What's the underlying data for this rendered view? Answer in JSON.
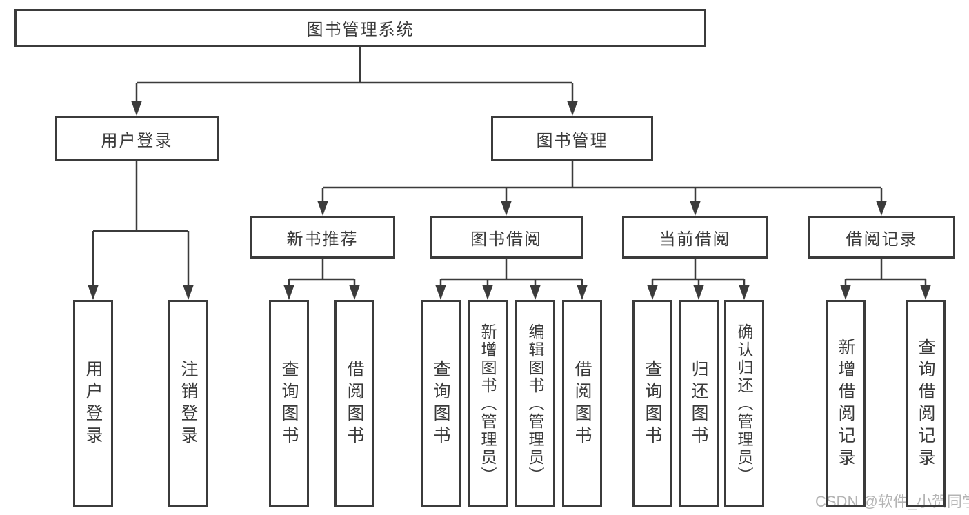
{
  "diagram": {
    "title": "图书管理系统",
    "branches": [
      {
        "label": "用户登录",
        "children": [
          {
            "label": "用户登录"
          },
          {
            "label": "注销登录"
          }
        ]
      },
      {
        "label": "图书管理",
        "children": [
          {
            "label": "新书推荐",
            "children": [
              {
                "label": "查询图书"
              },
              {
                "label": "借阅图书"
              }
            ]
          },
          {
            "label": "图书借阅",
            "children": [
              {
                "label": "查询图书"
              },
              {
                "label": "新增图书（管理员）"
              },
              {
                "label": "编辑图书（管理员）"
              },
              {
                "label": "借阅图书"
              }
            ]
          },
          {
            "label": "当前借阅",
            "children": [
              {
                "label": "查询图书"
              },
              {
                "label": "归还图书"
              },
              {
                "label": "确认归还（管理员）"
              }
            ]
          },
          {
            "label": "借阅记录",
            "children": [
              {
                "label": "新增借阅记录"
              },
              {
                "label": "查询借阅记录"
              }
            ]
          }
        ]
      }
    ]
  },
  "colors": {
    "line": "#3b3b3b",
    "text": "#3a3a3a",
    "watermark": "#b4b4b4",
    "background": "#ffffff"
  },
  "watermark": "CSDN @软件_小贺同学"
}
